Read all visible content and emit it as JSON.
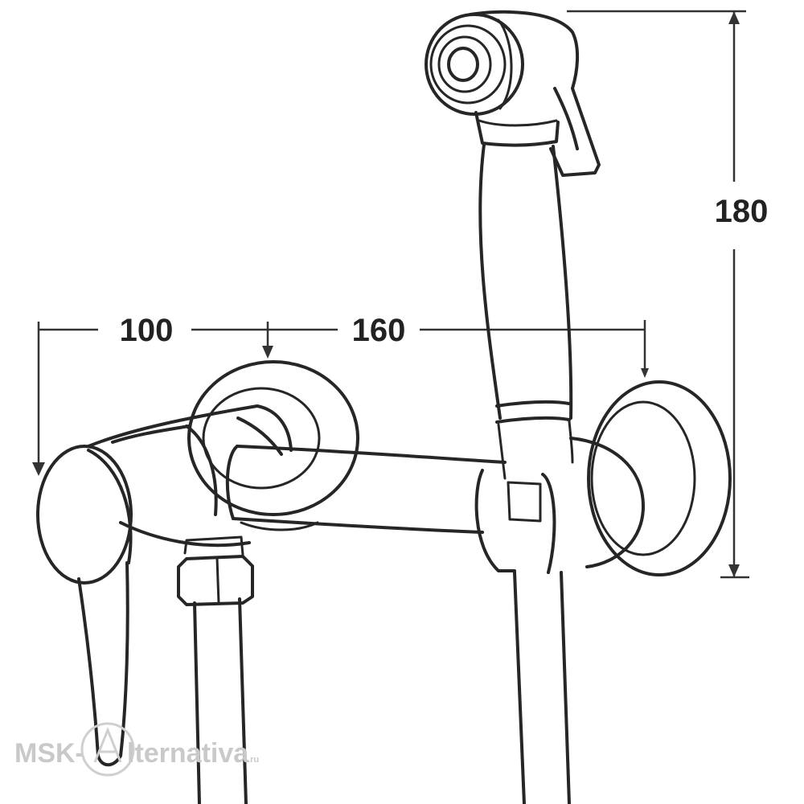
{
  "dimensions": {
    "left_width": "100",
    "mid_width": "160",
    "height": "180"
  },
  "watermark": {
    "left": "MSK-",
    "right": "lternativa",
    "suffix": ".ru"
  },
  "colors": {
    "line": "#262626",
    "watermark": "#c9c9c9"
  }
}
